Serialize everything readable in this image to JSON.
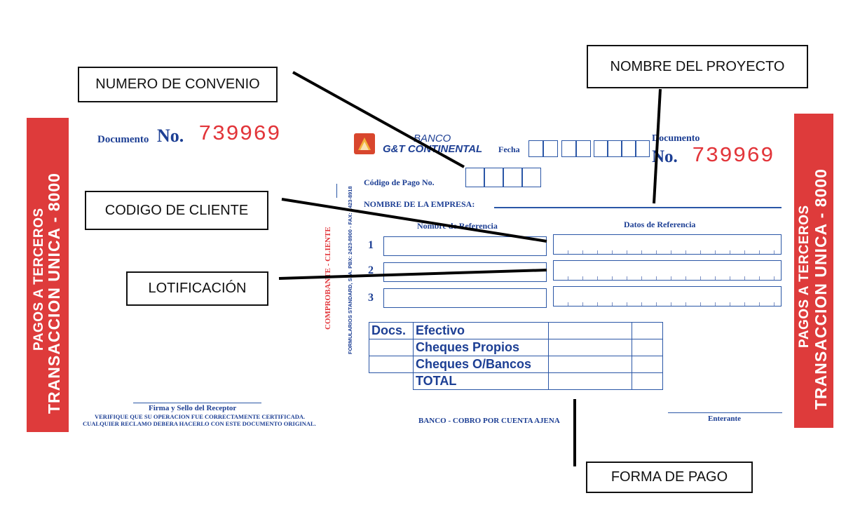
{
  "left_stub": {
    "side_text_1": "PAGOS A TERCEROS",
    "side_text_2": "TRANSACCION UNICA - 8000",
    "doc_label": "Documento",
    "no_label": "No.",
    "doc_number": "739969",
    "signature_label": "Firma y Sello del Receptor",
    "notice_line_1": "VERIFIQUE QUE SU OPERACION FUE CORRECTAMENTE CERTIFICADA.",
    "notice_line_2": "CUALQUIER RECLAMO DEBERA HACERLO CON ESTE DOCUMENTO ORIGINAL."
  },
  "center": {
    "comprobante": "COMPROBANTE - CLIENTE",
    "printer_note": "FORMULARIOS STANDARD, S. A. PBX: 2423-8900 - FAX: 2423-8918"
  },
  "main": {
    "bank_line_1": "BANCO",
    "bank_line_2": "G&T CONTINENTAL",
    "fecha_label": "Fecha",
    "codigo_pago_label": "Código de Pago No.",
    "empresa_label": "NOMBRE DE LA EMPRESA:",
    "ref_name_header": "Nombre de Referencia",
    "ref_data_header": "Datos de Referencia",
    "row_numbers": [
      "1",
      "2",
      "3"
    ],
    "payment": {
      "docs_label": "Docs.",
      "rows": [
        "Efectivo",
        "Cheques Propios",
        "Cheques O/Bancos",
        "TOTAL"
      ]
    },
    "footer_bank": "BANCO - COBRO POR CUENTA AJENA",
    "enterante": "Enterante",
    "doc_label": "Documento",
    "no_label": "No.",
    "doc_number": "739969"
  },
  "right_stub": {
    "side_text_1": "PAGOS A TERCEROS",
    "side_text_2": "TRANSACCION UNICA - 8000"
  },
  "annotations": {
    "numero_convenio": "NUMERO DE CONVENIO",
    "nombre_proyecto": "NOMBRE DEL PROYECTO",
    "codigo_cliente": "CODIGO DE CLIENTE",
    "lotificacion": "LOTIFICACIÓN",
    "forma_pago": "FORMA  DE PAGO"
  },
  "colors": {
    "stub_red": "#de3b3b",
    "form_blue": "#1d3f94",
    "number_red": "#e2353a"
  }
}
